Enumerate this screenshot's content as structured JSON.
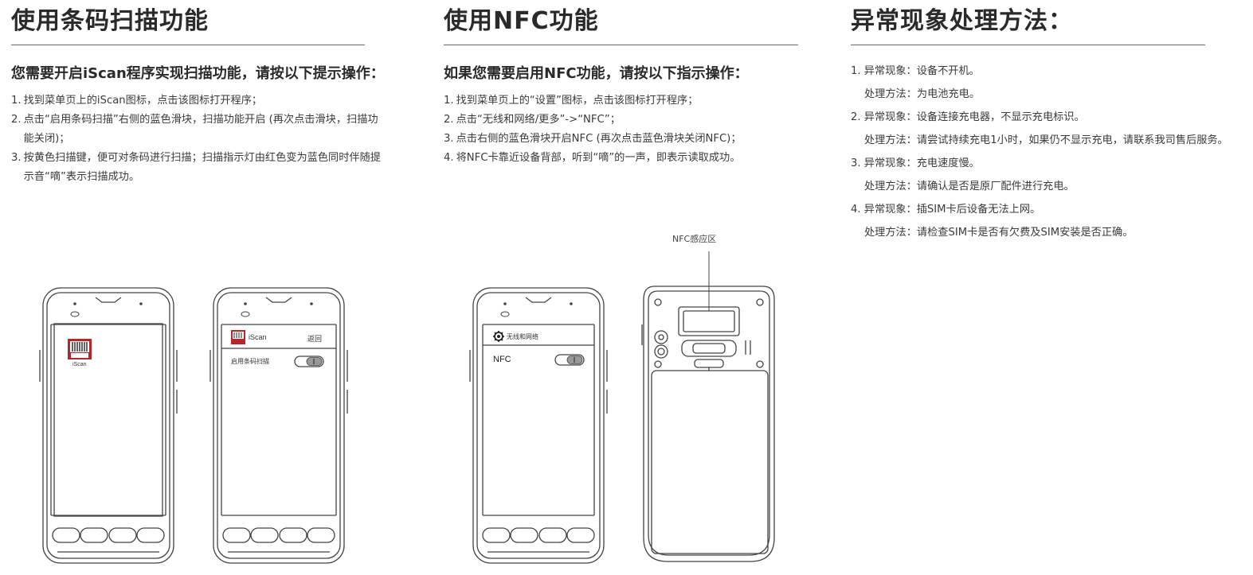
{
  "sections": {
    "barcode": {
      "title": "使用条码扫描功能",
      "subheading": "您需要开启iScan程序实现扫描功能，请按以下提示操作：",
      "steps": [
        {
          "num": "1.",
          "text": "找到菜单页上的iScan图标，点击该图标打开程序；"
        },
        {
          "num": "2.",
          "text": "点击“启用条码扫描”右侧的蓝色滑块，扫描功能开启 (再次点击滑块，扫描功能关闭)；"
        },
        {
          "num": "3.",
          "text": "按黄色扫描键，便可对条码进行扫描；扫描指示灯由红色变为蓝色同时伴随提示音“嘀”表示扫描成功。"
        }
      ]
    },
    "nfc": {
      "title": "使用NFC功能",
      "subheading": "如果您需要启用NFC功能，请按以下指示操作：",
      "steps": [
        {
          "num": "1.",
          "text": "找到菜单页上的“设置”图标，点击该图标打开程序；"
        },
        {
          "num": "2.",
          "text": "点击“无线和网络/更多”->“NFC”；"
        },
        {
          "num": "3.",
          "text": "点击右侧的蓝色滑块开启NFC (再次点击蓝色滑块关闭NFC)；"
        },
        {
          "num": "4.",
          "text": "将NFC卡靠近设备背部，听到“嘀”的一声，即表示读取成功。"
        }
      ]
    },
    "troubleshooting": {
      "title": "异常现象处理方法：",
      "issues": [
        {
          "issue": "1. 异常现象：设备不开机。",
          "solution": "处理方法：为电池充电。"
        },
        {
          "issue": "2. 异常现象：设备连接充电器，不显示充电标识。",
          "solution": "处理方法：请尝试持续充电1小时，如果仍不显示充电，请联系我司售后服务。"
        },
        {
          "issue": "3. 异常现象：充电速度慢。",
          "solution": "处理方法：请确认是否是原厂配件进行充电。"
        },
        {
          "issue": "4. 异常现象：插SIM卡后设备无法上网。",
          "solution": "处理方法：请检查SIM卡是否有欠费及SIM安装是否正确。"
        }
      ]
    }
  },
  "devices": {
    "home_icon_label": "iScan",
    "iscan_app": {
      "title": "iScan",
      "back": "返回",
      "toggle_label": "启用条码扫描"
    },
    "settings": {
      "header": "无线和网络",
      "toggle_label": "NFC"
    },
    "rear": {
      "callout": "NFC感应区"
    }
  },
  "colors": {
    "text": "#2d2d2d",
    "line": "#444444",
    "icon_red": "#b3262b"
  }
}
